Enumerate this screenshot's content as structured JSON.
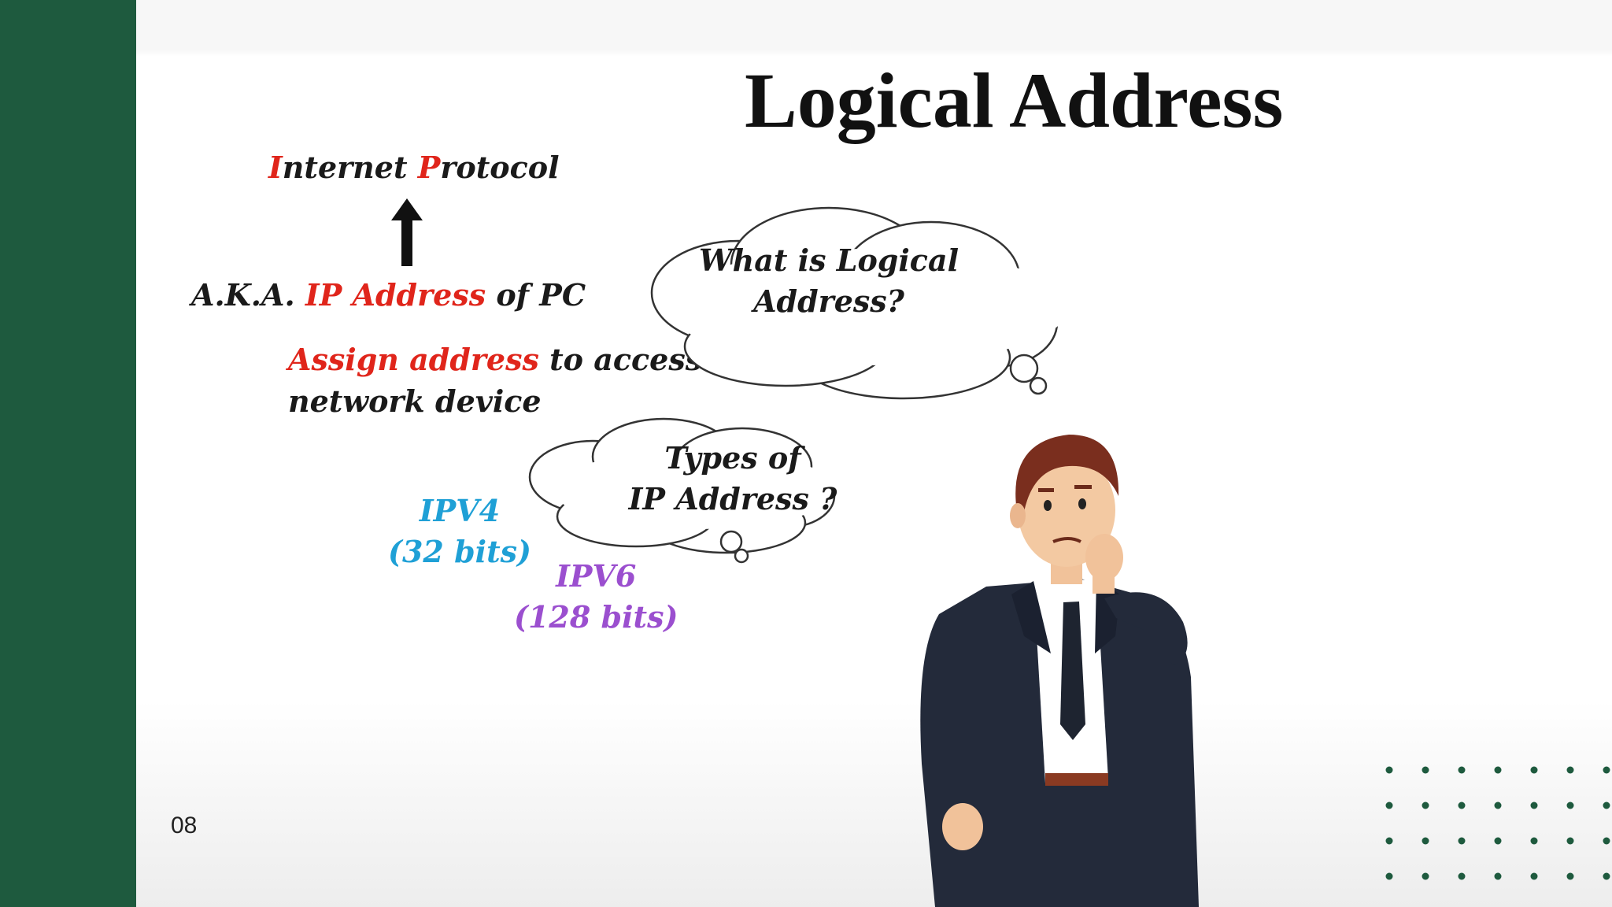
{
  "slide": {
    "title": "Logical Address",
    "internet_protocol": {
      "letter_i": "I",
      "part_nternet": "nternet ",
      "letter_p": "P",
      "part_rotocol": "rotocol"
    },
    "aka": {
      "prefix": "A.K.A. ",
      "highlight": "IP Address",
      "suffix": " of PC"
    },
    "assign": {
      "highlight": "Assign address",
      "line1_rest": " to access",
      "line2": "network device"
    },
    "thought_bubble_1": {
      "line1": "What is Logical",
      "line2": "Address?"
    },
    "thought_bubble_2": {
      "line1": "Types of",
      "line2": "IP Address ?"
    },
    "ipv4": {
      "name": "IPV4",
      "bits": "(32 bits)"
    },
    "ipv6": {
      "name": "IPV6",
      "bits": "(128 bits)"
    },
    "page_number": "08"
  },
  "colors": {
    "sidebar": "#1e5a3e",
    "red_highlight": "#e0251b",
    "ipv4": "#1fa0d6",
    "ipv6": "#9b4fcf",
    "dots": "#1e5a3e"
  },
  "icons": [
    "up-arrow-icon",
    "thought-cloud-icon",
    "thinking-businessman-illustration",
    "dot-grid-decoration"
  ]
}
